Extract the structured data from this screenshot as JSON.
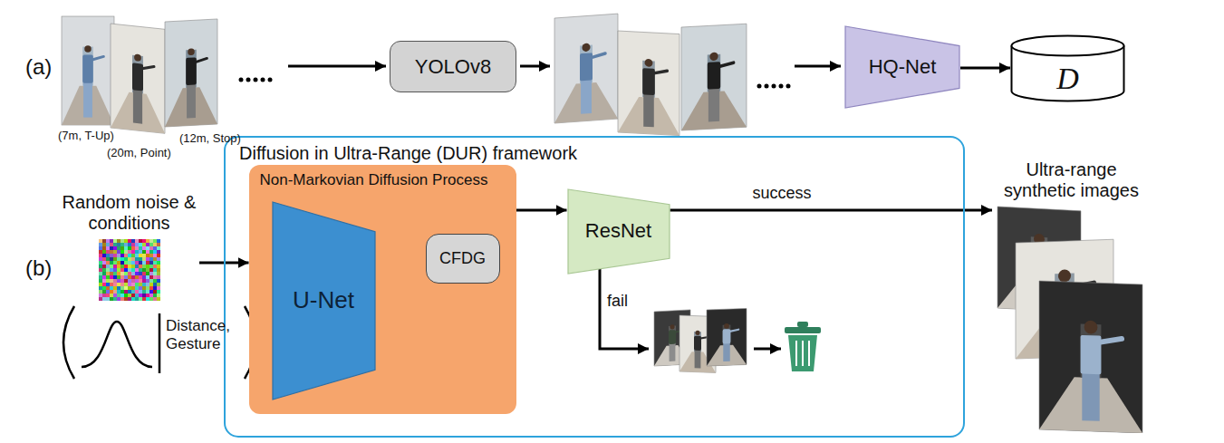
{
  "diagram": {
    "nodes": [
      {
        "text": [
          "YOLOv8"
        ]
      },
      {
        "text": [
          "HQ-Net"
        ]
      },
      {
        "text": [
          "D"
        ]
      },
      {
        "text": [
          "Random noise & conditions"
        ]
      },
      {
        "text": [
          "Diffusion in Ultra-Range (DUR) framework"
        ]
      },
      {
        "text": [
          "Non-Markovian Diffusion Process"
        ],
        "in": 4
      },
      {
        "text": [
          "U-Net"
        ],
        "in": 5
      },
      {
        "text": [
          "CFDG"
        ],
        "in": 5
      },
      {
        "text": [
          "ResNet"
        ],
        "in": 4
      },
      {
        "text": [
          "Ultra-range synthetic images"
        ]
      }
    ],
    "edges": [
      {
        "from": 1,
        "to": 2,
        "arrow": "to"
      },
      {
        "from": 3,
        "to": 5,
        "arrow": "to"
      },
      {
        "from": 5,
        "to": 8,
        "arrow": "to"
      },
      {
        "from": 8,
        "to": 9,
        "arrow": "to",
        "label": "success"
      }
    ],
    "labels": [
      "(a)",
      "(7m, T-Up)",
      "(20m, Point)",
      "(12m, Stop)",
      "(b)",
      "Distance, Gesture",
      "fail"
    ]
  }
}
